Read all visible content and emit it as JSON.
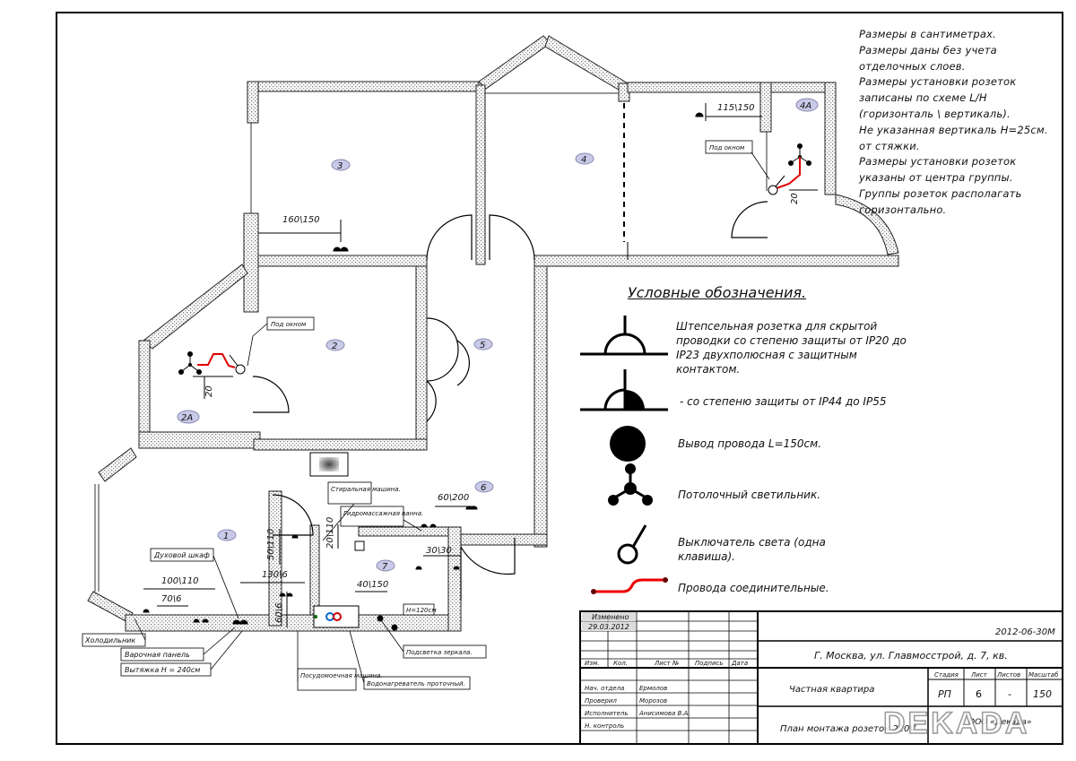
{
  "notes": [
    "Размеры в сантиметрах.",
    "Размеры даны без учета отделочных слоев.",
    "Размеры установки розеток записаны по схеме L/H (горизонталь \\ вертикаль).",
    "Не указанная вертикаль H=25см. от стяжки.",
    "Размеры установки розеток указаны от центра группы.",
    "Группы розеток располагать горизонтально."
  ],
  "legend": {
    "title": "Условные обозначения.",
    "items": [
      {
        "label": "Штепсельная розетка для скрытой проводки со степеню защиты от IP20 до IP23 двухполюсная с защитным контактом.",
        "icon": "socket-icon"
      },
      {
        "label": "- со степеню защиты от IP44 до IP55",
        "icon": "socket-protected-icon"
      },
      {
        "label": "Вывод провода L=150см.",
        "icon": "wire-outlet-icon"
      },
      {
        "label": "Потолочный светильник.",
        "icon": "ceiling-light-icon"
      },
      {
        "label": "Выключатель света (одна клавиша).",
        "icon": "light-switch-icon"
      },
      {
        "label": "Провода соединительные.",
        "icon": "connecting-wire-icon"
      }
    ]
  },
  "rooms": [
    "1",
    "2",
    "2А",
    "3",
    "4",
    "4А",
    "5",
    "6",
    "7"
  ],
  "dimensions": {
    "d160_150": "160\\150",
    "d115_150": "115\\150",
    "d20a": "20",
    "d20b": "20",
    "d60_200": "60\\200",
    "d20_110": "20\\110",
    "d30_30": "30\\30",
    "d50_110": "50\\110",
    "d130_6": "130\\6",
    "d100_110": "100\\110",
    "d70_6": "70\\6",
    "d40_150": "40\\150",
    "d60_6": "60\\6"
  },
  "callouts": {
    "pod_oknom_1": "Под окном",
    "pod_oknom_2": "Под окном",
    "stiralka": "Стиральная машина.",
    "gidro": "Гидромассажная ванна.",
    "duhovoy": "Духовой шкаф",
    "holodilnik": "Холодильник",
    "varochnaya": "Варочная панель",
    "vytyazhka": "Вытяжка H = 240см",
    "posudomoechnaya": "Посудомоечная машина.",
    "vodonagrevatel": "Водонагреватель проточный.",
    "podsvetka": "Подсветка зеркала.",
    "h120": "H=120см"
  },
  "stamp": {
    "changed": "Изменено",
    "changed_date": "29.03.2012",
    "code": "2012-06-30М",
    "address": "Г. Москва, ул. Главмосстрой, д. 7, кв.",
    "col_izm": "Изм.",
    "col_kol": "Кол.",
    "col_list": "Лист №",
    "col_podp": "Подпись",
    "col_data": "Дата",
    "r1_role": "Нач. отдела",
    "r1_name": "Ермолов",
    "r2_role": "Проверил",
    "r2_name": "Морозов",
    "r3_role": "Исполнитель",
    "r3_name": "Анисимова В.А.",
    "r4_role": "Н. контроль",
    "r4_name": "",
    "object": "Частная квартира",
    "sheet_title": "План монтажа розеток 220V",
    "h_stage": "Стадия",
    "h_sheet": "Лист",
    "h_sheets": "Листов",
    "h_scale": "Масштаб",
    "stage": "РП",
    "sheet": "6",
    "sheets": "-",
    "scale": "150",
    "company": "ООО «Декада»",
    "watermark": "DEKADA"
  }
}
